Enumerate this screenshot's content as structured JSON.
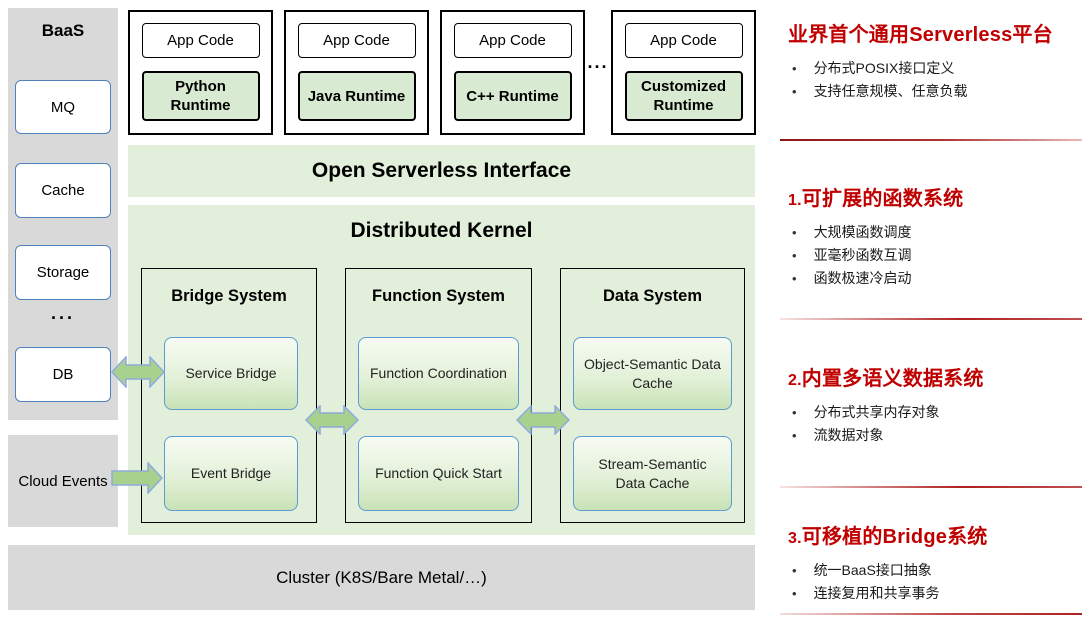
{
  "colors": {
    "accent_red": "#c00000",
    "panel_gray": "#d9d9d9",
    "green_light": "#e2efda",
    "green_box": "#d9ead3",
    "arrow_green": "#a9d18e",
    "border_blue": "#5b9bd5"
  },
  "baas": {
    "title": "BaaS",
    "items": [
      "MQ",
      "Cache",
      "Storage"
    ],
    "more": "...",
    "db": "DB"
  },
  "cloud_events": "Cloud Events",
  "runtimes": {
    "app_code": "App Code",
    "list": [
      "Python Runtime",
      "Java Runtime",
      "C++ Runtime",
      "Customized Runtime"
    ],
    "more": "..."
  },
  "interface_bar": "Open Serverless Interface",
  "kernel": {
    "title": "Distributed Kernel",
    "systems": [
      {
        "title": "Bridge System",
        "boxes": [
          "Service Bridge",
          "Event Bridge"
        ]
      },
      {
        "title": "Function System",
        "boxes": [
          "Function Coordination",
          "Function Quick Start"
        ]
      },
      {
        "title": "Data System",
        "boxes": [
          "Object-Semantic Data Cache",
          "Stream-Semantic Data Cache"
        ]
      }
    ]
  },
  "cluster": "Cluster (K8S/Bare Metal/…)",
  "notes": [
    {
      "num": "",
      "title": "业界首个通用Serverless平台",
      "bullets": [
        "分布式POSIX接口定义",
        "支持任意规模、任意负载"
      ]
    },
    {
      "num": "1.",
      "title": "可扩展的函数系统",
      "bullets": [
        "大规模函数调度",
        "亚毫秒函数互调",
        "函数极速冷启动"
      ]
    },
    {
      "num": "2.",
      "title": "内置多语义数据系统",
      "bullets": [
        "分布式共享内存对象",
        "流数据对象"
      ]
    },
    {
      "num": "3.",
      "title": "可移植的Bridge系统",
      "bullets": [
        "统一BaaS接口抽象",
        "连接复用和共享事务"
      ]
    }
  ]
}
